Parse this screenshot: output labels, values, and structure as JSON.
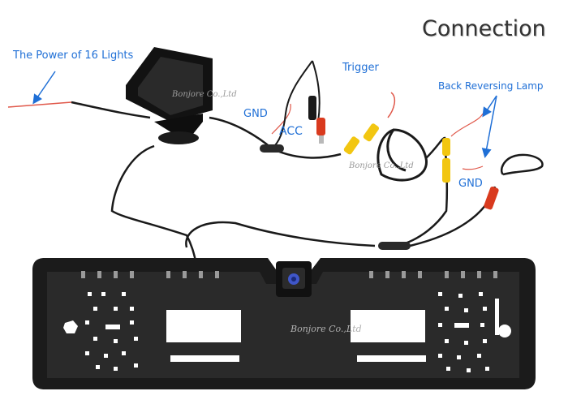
{
  "title": "Connection",
  "labels": {
    "power": "The Power of 16 Lights",
    "trigger": "Trigger",
    "back_lamp": "Back Reversing Lamp",
    "gnd_left": "GND",
    "acc": "ACC",
    "gnd_right": "GND"
  },
  "watermarks": {
    "monitor": "Bonjore Co.,Ltd",
    "center": "Bonjore Co.,Ltd",
    "plate": "Bonjore Co.,Ltd"
  },
  "colors": {
    "label": "#1f6fd6",
    "cable": "#1a1a1a",
    "red_wire": "#e0584a",
    "plug_red": "#d93a1e",
    "plug_yellow": "#f2c611",
    "plate": "#1b1b1b"
  }
}
